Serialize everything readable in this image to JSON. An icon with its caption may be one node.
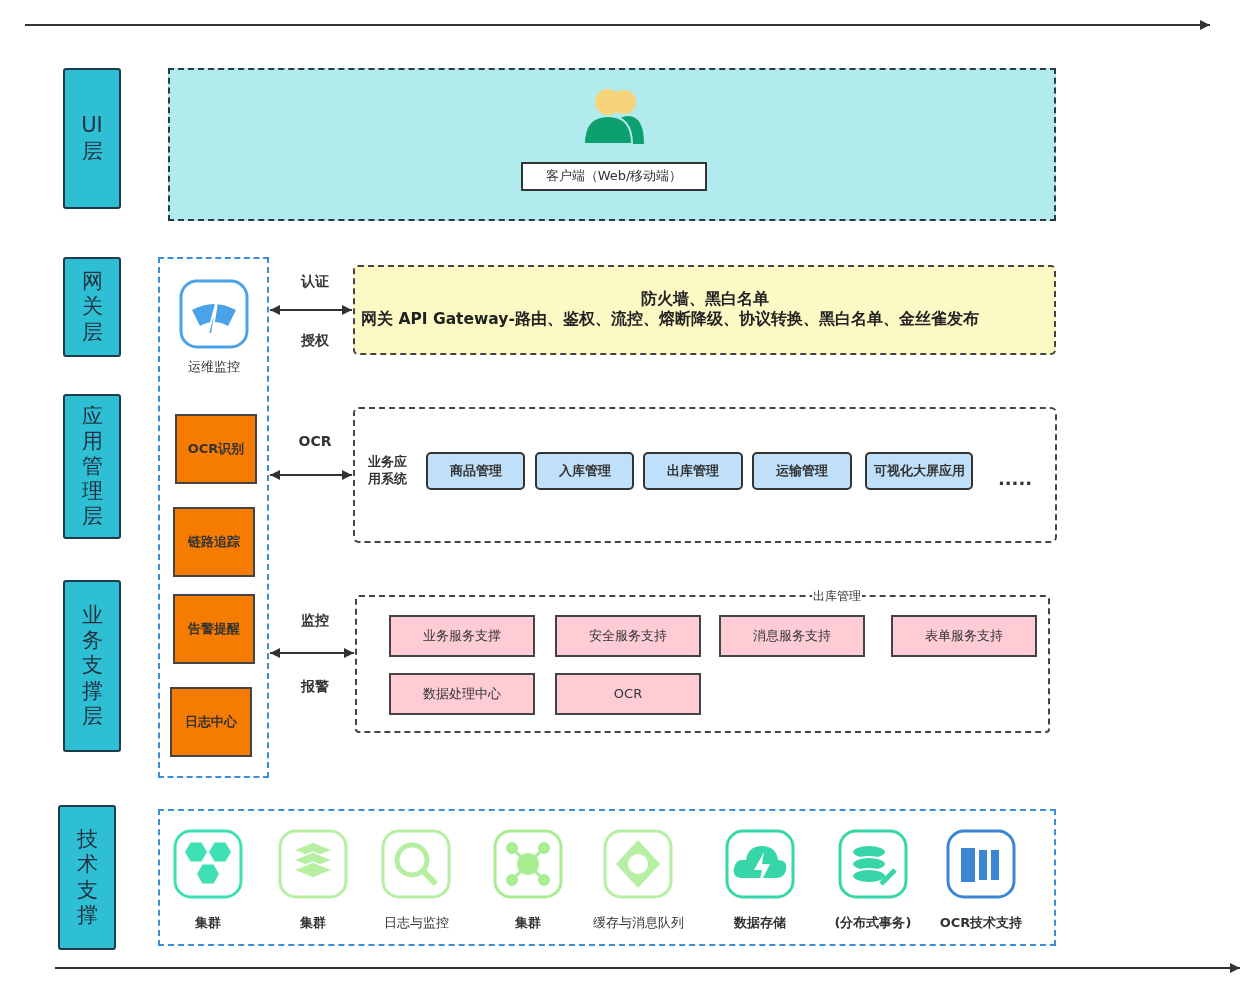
{
  "diagram": {
    "nodes": [
      {
        "text": [
          "UI层"
        ]
      },
      {
        "text": [
          "网关层"
        ]
      },
      {
        "text": [
          "应用管理层"
        ]
      },
      {
        "text": [
          "业务支撑层"
        ]
      },
      {
        "text": [
          "技术支撑"
        ]
      },
      {
        "text": [],
        "shape": "box"
      },
      {
        "text": [
          "客户端（Web/移动端）"
        ],
        "in": 5
      },
      {
        "text": [],
        "shape": "box"
      },
      {
        "text": [
          "运维监控"
        ],
        "in": 7
      },
      {
        "text": [
          "OCR识别"
        ],
        "in": 7
      },
      {
        "text": [
          "链路追踪"
        ],
        "in": 7
      },
      {
        "text": [
          "告警提醒"
        ],
        "in": 7
      },
      {
        "text": [
          "日志中心"
        ],
        "in": 7
      },
      {
        "text": [
          "防火墙、黑白名单",
          "网关  API Gateway-路由、鉴权、流控、熔断降级、协议转换、黑白名单、金丝雀发布"
        ]
      },
      {
        "text": [
          "业务应用系统"
        ]
      },
      {
        "text": [
          "商品管理"
        ],
        "in": 14
      },
      {
        "text": [
          "入库管理"
        ],
        "in": 14
      },
      {
        "text": [
          "出库管理"
        ],
        "in": 14
      },
      {
        "text": [
          "运输管理"
        ],
        "in": 14
      },
      {
        "text": [
          "可视化大屏应用"
        ],
        "in": 14
      },
      {
        "text": [
          "出库管理"
        ]
      },
      {
        "text": [
          "业务服务支撑"
        ],
        "in": 20
      },
      {
        "text": [
          "安全服务支持"
        ],
        "in": 20
      },
      {
        "text": [
          "消息服务支持"
        ],
        "in": 20
      },
      {
        "text": [
          "表单服务支持"
        ],
        "in": 20
      },
      {
        "text": [
          "数据处理中心"
        ],
        "in": 20
      },
      {
        "text": [
          "OCR"
        ],
        "in": 20
      },
      {
        "text": [],
        "shape": "box"
      },
      {
        "text": [
          "集群"
        ],
        "in": 27
      },
      {
        "text": [
          "集群"
        ],
        "in": 27
      },
      {
        "text": [
          "日志与监控"
        ],
        "in": 27
      },
      {
        "text": [
          "集群"
        ],
        "in": 27
      },
      {
        "text": [
          "缓存与消息队列"
        ],
        "in": 27
      },
      {
        "text": [
          "数据存储"
        ],
        "in": 27
      },
      {
        "text": [
          "(分布式事务)"
        ],
        "in": 27
      },
      {
        "text": [
          "OCR技术支持"
        ],
        "in": 27
      }
    ],
    "edges": [
      {
        "from": 7,
        "to": 13,
        "arrow": "both",
        "label": "认证"
      },
      {
        "from": 7,
        "to": 14,
        "arrow": "both",
        "label": "OCR"
      },
      {
        "from": 7,
        "to": 20,
        "arrow": "both",
        "label": "监控"
      }
    ],
    "labels": [
      "授权",
      "报警",
      "....."
    ]
  }
}
